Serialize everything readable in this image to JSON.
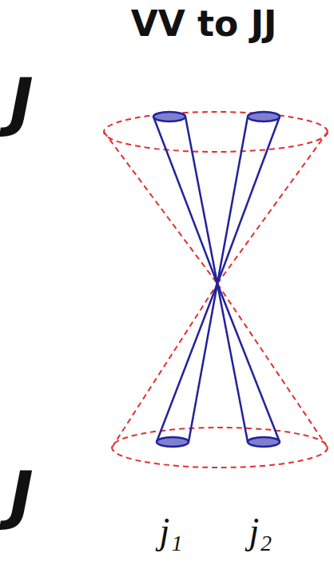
{
  "diagram": {
    "title": "VV to JJ",
    "labels": [
      "J",
      "J",
      "j₁",
      "j₂"
    ]
  }
}
